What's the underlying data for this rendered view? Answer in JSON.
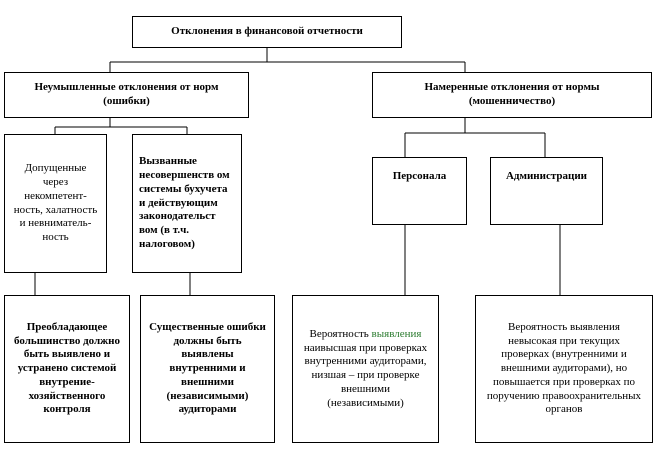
{
  "root": {
    "label": "Отклонения в финансовой отчетности"
  },
  "left_branch": {
    "label": "Неумышленные отклонения от норм (ошибки)",
    "sub1": {
      "label": "Допущенные через некомпетент-ность, халатность и невниматель-ность"
    },
    "sub2": {
      "label": "Вызванные несовершенств ом системы бухучета и действующим законодательст вом (в т.ч. налоговом)"
    },
    "bottom1": {
      "label": "Преобладающее большинство должно быть выявлено и устранено системой внутрение-хозяйственного контроля"
    },
    "bottom2": {
      "label": "Существенные ошибки должны быть выявлены внутренними и внешними (независимыми) аудиторами"
    }
  },
  "right_branch": {
    "label": "Намеренные отклонения от нормы (мошенничество)",
    "sub1": {
      "label": "Персонала"
    },
    "sub2": {
      "label": "Администрации"
    },
    "bottom1": {
      "label_before": "Вероятность ",
      "label_highlight": "выявления",
      "label_after": " наивысшая при проверках внутренними аудиторами, низшая – при проверке внешними (независимыми)"
    },
    "bottom2": {
      "label": "Вероятность выявления невысокая при текущих проверках (внутренними и внешними аудиторами), но повышается при проверках по поручению правоохранительных органов"
    }
  },
  "colors": {
    "line": "#000000",
    "highlight": "#2e7d32"
  }
}
